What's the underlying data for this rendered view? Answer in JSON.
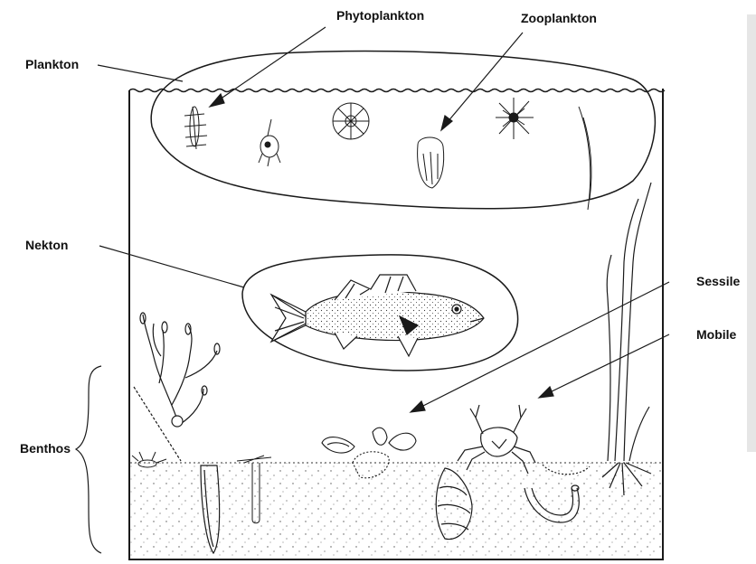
{
  "labels": {
    "phytoplankton": "Phytoplankton",
    "zooplankton": "Zooplankton",
    "plankton": "Plankton",
    "nekton": "Nekton",
    "sessile": "Sessile",
    "mobile": "Mobile",
    "benthos": "Benthos"
  },
  "colors": {
    "ink": "#1a1a1a",
    "sediment_dots": "#555555",
    "background": "#ffffff",
    "edge_strip": "#e6e6e6"
  }
}
